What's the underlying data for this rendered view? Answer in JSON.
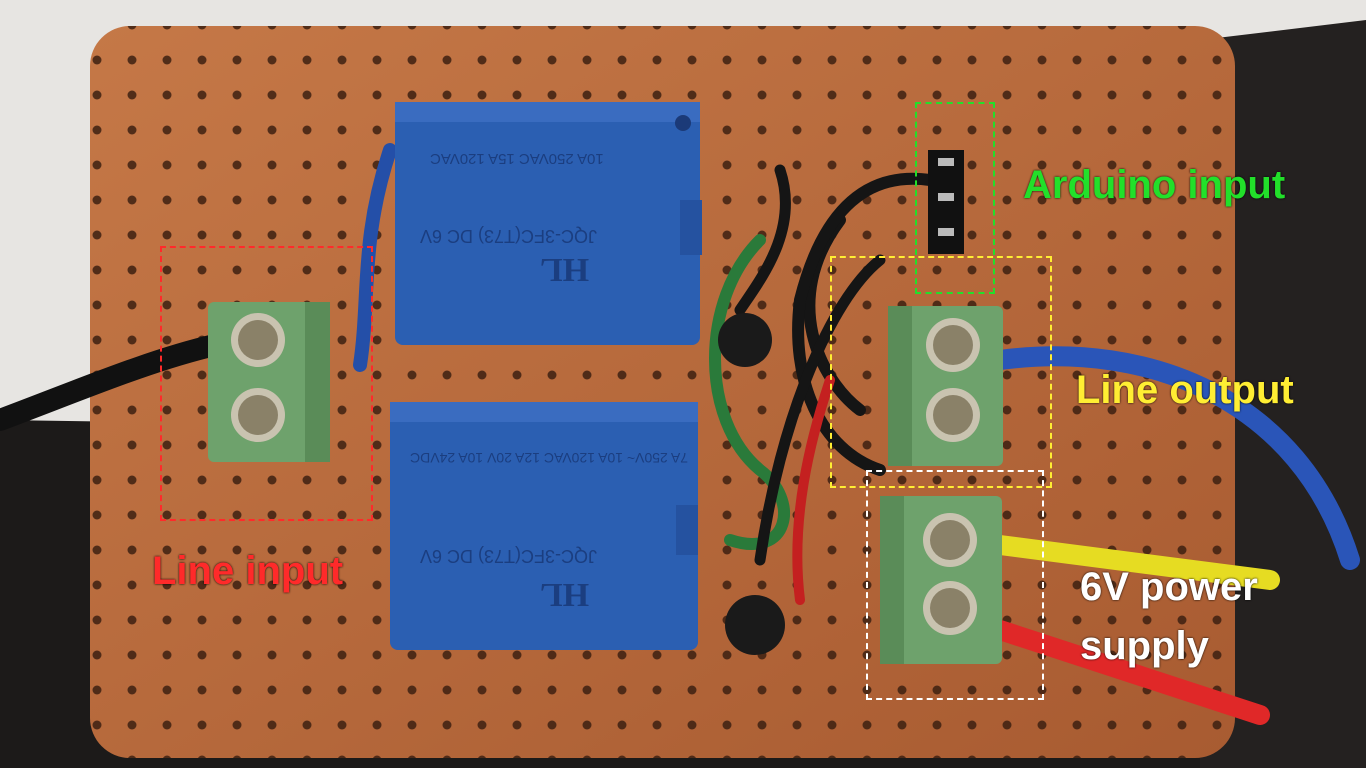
{
  "image": {
    "subject": "perfboard with two blue relays, screw terminals and wires",
    "colors": {
      "background": "#e7e5e2",
      "board": "#b9693b",
      "relay": "#2b5fb2",
      "terminal": "#6ea26c"
    }
  },
  "annotations": {
    "line_input": {
      "label": "Line input",
      "color": "#ff2a2a"
    },
    "arduino_input": {
      "label": "Arduino input",
      "color": "#22e02a"
    },
    "line_output": {
      "label": "Line output",
      "color": "#ffee33"
    },
    "power_supply": {
      "label_line1": "6V power",
      "label_line2": "supply",
      "color": "#ffffff"
    }
  },
  "relays": [
    {
      "brand": "HL",
      "model": "JQC-3FC(T73) DC 6V",
      "rating": "10A 250VAC 15A 120VAC"
    },
    {
      "brand": "HL",
      "model": "JQC-3FC(T73) DC 6V",
      "rating": "7A 250V~ 10A 120VAC 12A 20V 10A 24VDC"
    }
  ]
}
